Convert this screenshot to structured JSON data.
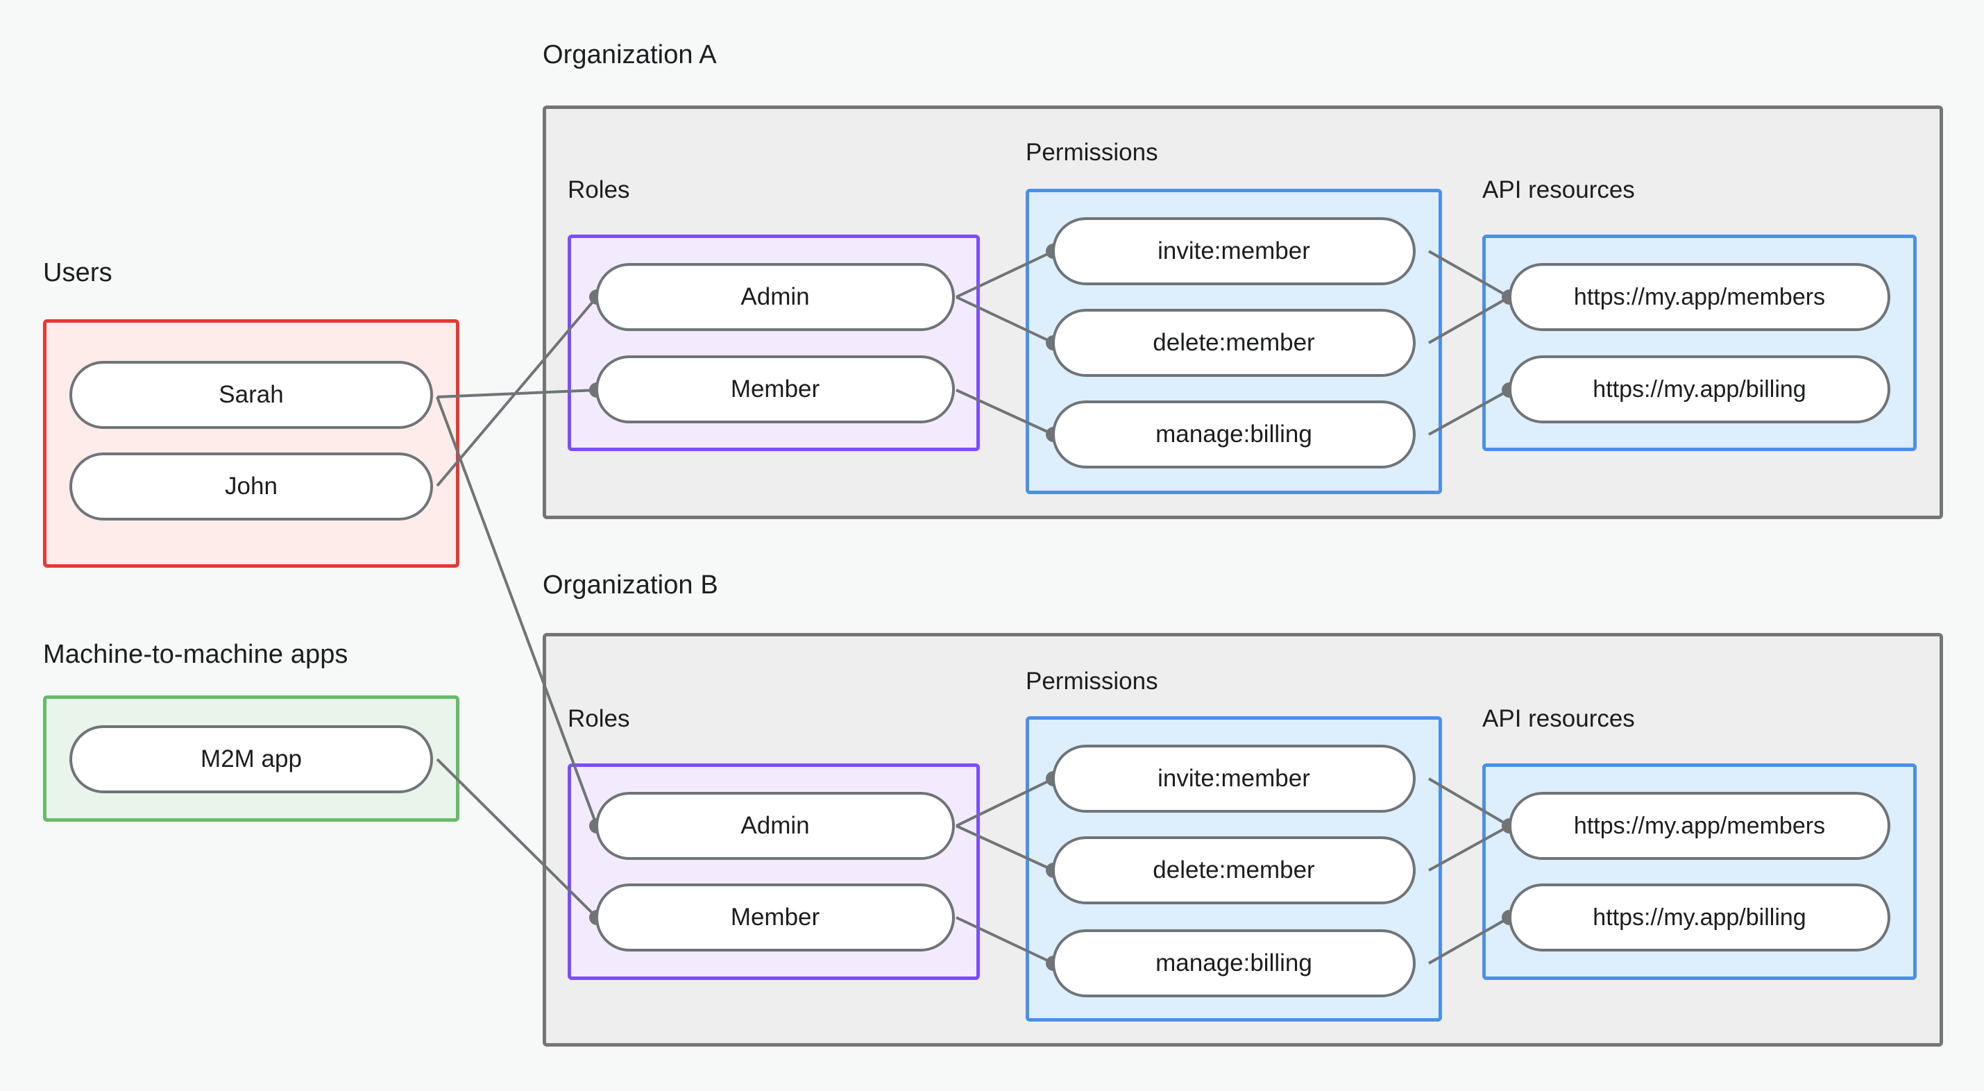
{
  "diagram": {
    "title_visible": false,
    "background_color": "#f7f8f8",
    "groups": {
      "users": {
        "label": "Users",
        "border_color": "#e53935",
        "fill_color": "#fdecea",
        "items": [
          {
            "label": "Sarah"
          },
          {
            "label": "John"
          }
        ]
      },
      "m2m": {
        "label": "Machine-to-machine apps",
        "border_color": "#66bb6a",
        "fill_color": "#e9f5ea",
        "items": [
          {
            "label": "M2M app"
          }
        ]
      },
      "org_a": {
        "label": "Organization A",
        "border_color": "#757575",
        "fill_color": "#eeeeee",
        "roles": {
          "label": "Roles",
          "border_color": "#7c4dff",
          "fill_color": "#f3ebfd",
          "items": [
            {
              "label": "Admin"
            },
            {
              "label": "Member"
            }
          ]
        },
        "permissions": {
          "label": "Permissions",
          "border_color": "#4a90e8",
          "fill_color": "#ddeefc",
          "items": [
            {
              "label": "invite:member"
            },
            {
              "label": "delete:member"
            },
            {
              "label": "manage:billing"
            }
          ]
        },
        "api_resources": {
          "label": "API resources",
          "border_color": "#4a90e8",
          "fill_color": "#ddeefc",
          "items": [
            {
              "label": "https://my.app/members"
            },
            {
              "label": "https://my.app/billing"
            }
          ]
        }
      },
      "org_b": {
        "label": "Organization B",
        "border_color": "#757575",
        "fill_color": "#eeeeee",
        "roles": {
          "label": "Roles",
          "border_color": "#7c4dff",
          "fill_color": "#f3ebfd",
          "items": [
            {
              "label": "Admin"
            },
            {
              "label": "Member"
            }
          ]
        },
        "permissions": {
          "label": "Permissions",
          "border_color": "#4a90e8",
          "fill_color": "#ddeefc",
          "items": [
            {
              "label": "invite:member"
            },
            {
              "label": "delete:member"
            },
            {
              "label": "manage:billing"
            }
          ]
        },
        "api_resources": {
          "label": "API resources",
          "border_color": "#4a90e8",
          "fill_color": "#ddeefc",
          "items": [
            {
              "label": "https://my.app/members"
            },
            {
              "label": "https://my.app/billing"
            }
          ]
        }
      }
    },
    "connections": [
      {
        "from": "Sarah",
        "to": "Organization A / Member"
      },
      {
        "from": "Sarah",
        "to": "Organization B / Admin"
      },
      {
        "from": "John",
        "to": "Organization A / Admin"
      },
      {
        "from": "M2M app",
        "to": "Organization B / Member"
      },
      {
        "from": "Organization A / Admin",
        "to": "invite:member"
      },
      {
        "from": "Organization A / Admin",
        "to": "delete:member"
      },
      {
        "from": "Organization A / Member",
        "to": "manage:billing"
      },
      {
        "from": "Organization A / invite:member",
        "to": "https://my.app/members"
      },
      {
        "from": "Organization A / delete:member",
        "to": "https://my.app/members"
      },
      {
        "from": "Organization A / manage:billing",
        "to": "https://my.app/billing"
      },
      {
        "from": "Organization B / Admin",
        "to": "invite:member"
      },
      {
        "from": "Organization B / Admin",
        "to": "delete:member"
      },
      {
        "from": "Organization B / Member",
        "to": "manage:billing"
      },
      {
        "from": "Organization B / invite:member",
        "to": "https://my.app/members"
      },
      {
        "from": "Organization B / delete:member",
        "to": "https://my.app/members"
      },
      {
        "from": "Organization B / manage:billing",
        "to": "https://my.app/billing"
      }
    ],
    "edge_color": "#6f7477",
    "node_border_color": "#6f7477",
    "node_fill_color": "#ffffff",
    "text_color": "#1b1d1f"
  }
}
